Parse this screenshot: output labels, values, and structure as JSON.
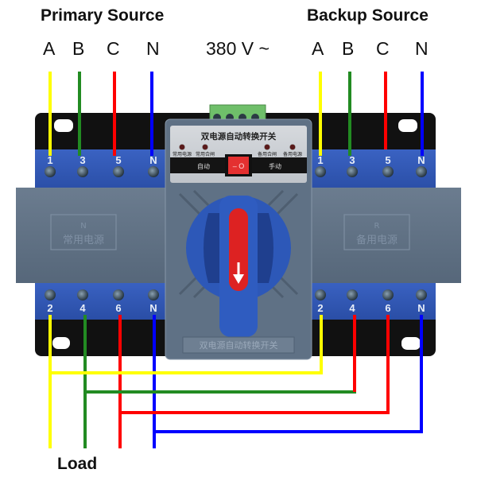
{
  "labels": {
    "primary_source": "Primary Source",
    "backup_source": "Backup Source",
    "voltage": "380 V ~",
    "load": "Load",
    "primary_phases": [
      "A",
      "B",
      "C",
      "N"
    ],
    "backup_phases": [
      "A",
      "B",
      "C",
      "N"
    ]
  },
  "device": {
    "panel_title": "双电源自动转换开关",
    "indicators": [
      "常用电源",
      "常用合闸",
      "备用合闸",
      "备用电源"
    ],
    "mode_auto": "自动",
    "mode_manual": "手动",
    "rocker_label": "– O",
    "bottom_inscription": "双电源自动转换开关",
    "left_module": {
      "letter": "N",
      "text": "常用电源"
    },
    "right_module": {
      "letter": "R",
      "text": "备用电源"
    },
    "top_terminals": [
      "1",
      "3",
      "5",
      "N"
    ],
    "bottom_terminals": [
      "2",
      "4",
      "6",
      "N"
    ],
    "control_block_pins": [
      "",
      "",
      "",
      ""
    ]
  },
  "wire_colors": {
    "A": "#ffff00",
    "B": "#228b22",
    "C": "#ff0000",
    "N": "#0000ff",
    "A_primary_outline": "#22cc00"
  },
  "colors": {
    "terminal_blue": "#2f56b3",
    "housing_gray": "#5f7185",
    "panel_silver": "#c9cdd2",
    "handle_blue": "#2d58b8",
    "handle_red": "#dd2222",
    "rail_black": "#111111",
    "control_green": "#6fbf6a"
  }
}
